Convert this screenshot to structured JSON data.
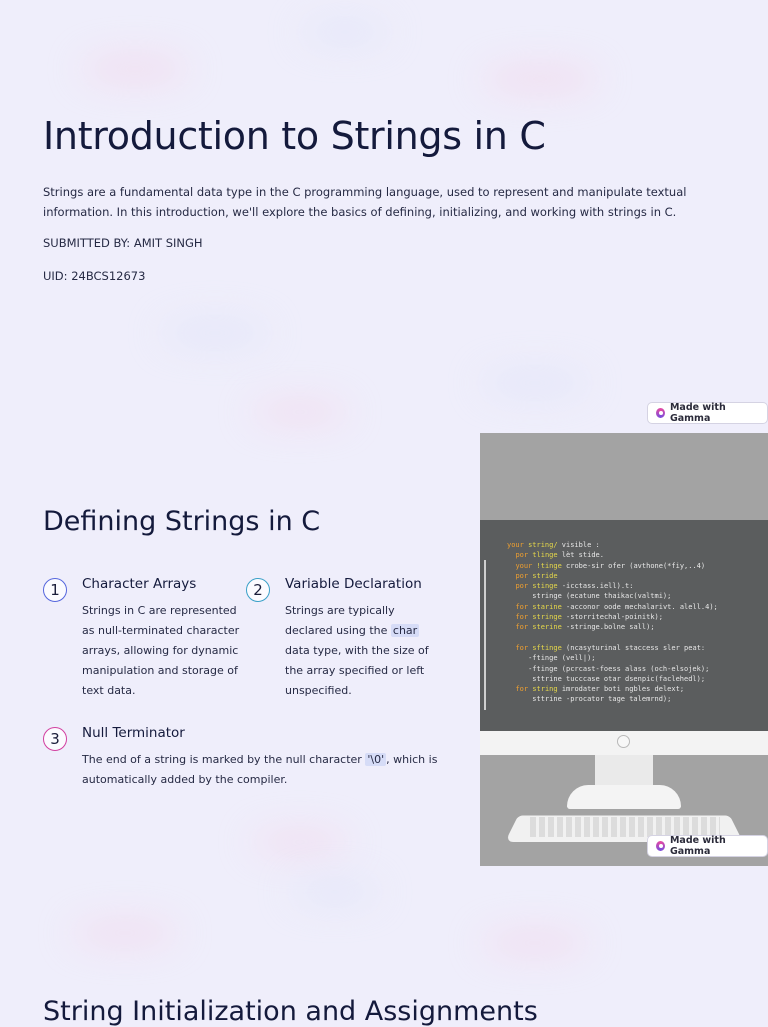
{
  "slide1": {
    "title": "Introduction to Strings in C",
    "intro": "Strings are a fundamental data type in the C programming language, used to represent and manipulate textual information. In this introduction, we'll explore the basics of defining, initializing, and working with strings in C.",
    "submitted": "SUBMITTED BY: AMIT SINGH",
    "uid": "UID: 24BCS12673"
  },
  "badge": {
    "label": "Made with Gamma",
    "icon": "gamma-logo-icon"
  },
  "slide2": {
    "title": "Defining Strings in C",
    "items": [
      {
        "num": "1",
        "color": "#5566dd",
        "title": "Character Arrays",
        "body": "Strings in C are represented as null-terminated character arrays, allowing for dynamic manipulation and storage of text data."
      },
      {
        "num": "2",
        "color": "#3aa0c8",
        "title": "Variable Declaration",
        "body_before": "Strings are typically declared using the ",
        "body_code": "char",
        "body_after": " data type, with the size of the array specified or left unspecified."
      },
      {
        "num": "3",
        "color": "#d23fa0",
        "title": "Null Terminator",
        "body_before": "The end of a string is marked by the null character ",
        "body_code": "'\\0'",
        "body_after": ", which is automatically added by the compiler."
      }
    ],
    "code_lines": [
      "your string/ visible :",
      "  por tlinge lèt stide.",
      "  your !tinge crobe-sir ofer (avthone(*fiy,..4)",
      "  por stride",
      "  por stinge -icctass.iell).t:",
      "      stringe (ecatune thaikac(valtmi);",
      "  for starine -acconor oode mechalarivt. alell.4);",
      "  for stringe -storritechal-poinitk);",
      "  for sterine -stringe.bolne sall);",
      "",
      "  for sftinge (ncasyturinal staccess sler peat:",
      "     -ftinge (vell|);",
      "     -ftinge (pcrcast-foess alass (och-elsojek);",
      "      sttrine tucccase otar dsenpic(faclehedl);",
      "  for string imrodater boti ngbles delext;",
      "      sttrine -procator tage talemrnd);"
    ]
  },
  "slide3": {
    "title": "String Initialization and Assignments"
  }
}
